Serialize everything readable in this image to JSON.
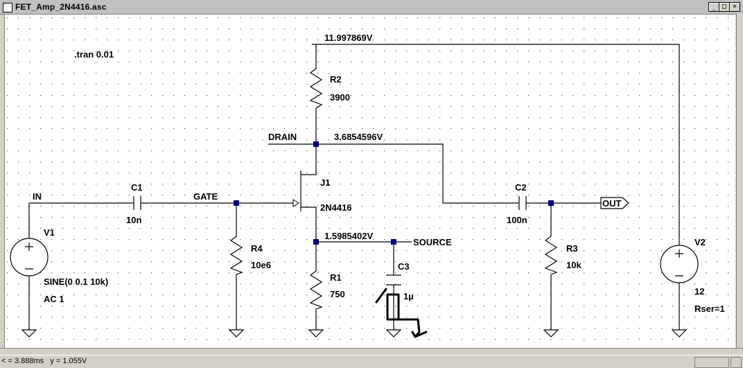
{
  "window": {
    "title": "FET_Amp_2N4416.asc",
    "minimize": "_",
    "restore": "□",
    "close": "×"
  },
  "schematic": {
    "directive": ".tran 0.01",
    "nets": {
      "supply_voltage": "11.997869V",
      "drain_label": "DRAIN",
      "drain_voltage": "3.6854596V",
      "source_voltage": "1.5985402V",
      "source_label": "SOURCE",
      "in_label": "IN",
      "gate_label": "GATE",
      "out_label": "OUT"
    },
    "components": {
      "R2": {
        "name": "R2",
        "value": "3900"
      },
      "J1": {
        "name": "J1",
        "value": "2N4416"
      },
      "C1": {
        "name": "C1",
        "value": "10n"
      },
      "R4": {
        "name": "R4",
        "value": "10e6"
      },
      "R1": {
        "name": "R1",
        "value": "750"
      },
      "C3": {
        "name": "C3",
        "value": "1µ"
      },
      "C2": {
        "name": "C2",
        "value": "100n"
      },
      "R3": {
        "name": "R3",
        "value": "10k"
      },
      "V1": {
        "name": "V1",
        "value": "SINE(0 0.1 10k)",
        "ac": "AC 1"
      },
      "V2": {
        "name": "V2",
        "value": "12",
        "rser": "Rser=1"
      }
    }
  },
  "status": {
    "readout": "< = 3.888ms   y = 1.055V"
  }
}
